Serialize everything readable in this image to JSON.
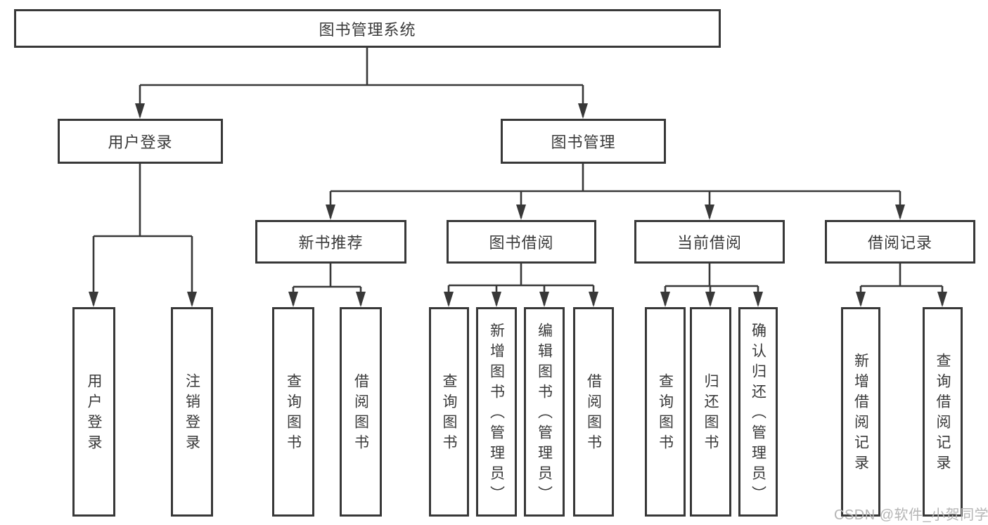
{
  "tree": {
    "root": {
      "label": "图书管理系统"
    },
    "branches": [
      {
        "label": "用户登录",
        "children": [
          {
            "label": "用户登录"
          },
          {
            "label": "注销登录"
          }
        ]
      },
      {
        "label": "图书管理",
        "children": [
          {
            "label": "新书推荐",
            "children": [
              {
                "label": "查询图书"
              },
              {
                "label": "借阅图书"
              }
            ]
          },
          {
            "label": "图书借阅",
            "children": [
              {
                "label": "查询图书"
              },
              {
                "label": "新增图书（管理员）"
              },
              {
                "label": "编辑图书（管理员）"
              },
              {
                "label": "借阅图书"
              }
            ]
          },
          {
            "label": "当前借阅",
            "children": [
              {
                "label": "查询图书"
              },
              {
                "label": "归还图书"
              },
              {
                "label": "确认归还（管理员）"
              }
            ]
          },
          {
            "label": "借阅记录",
            "children": [
              {
                "label": "新增借阅记录"
              },
              {
                "label": "查询借阅记录"
              }
            ]
          }
        ]
      }
    ]
  },
  "watermark": "CSDN @软件_小贺同学",
  "colors": {
    "line": "#383838",
    "text": "#3a3a3a",
    "background": "#ffffff",
    "watermark": "#b5b5b5"
  }
}
